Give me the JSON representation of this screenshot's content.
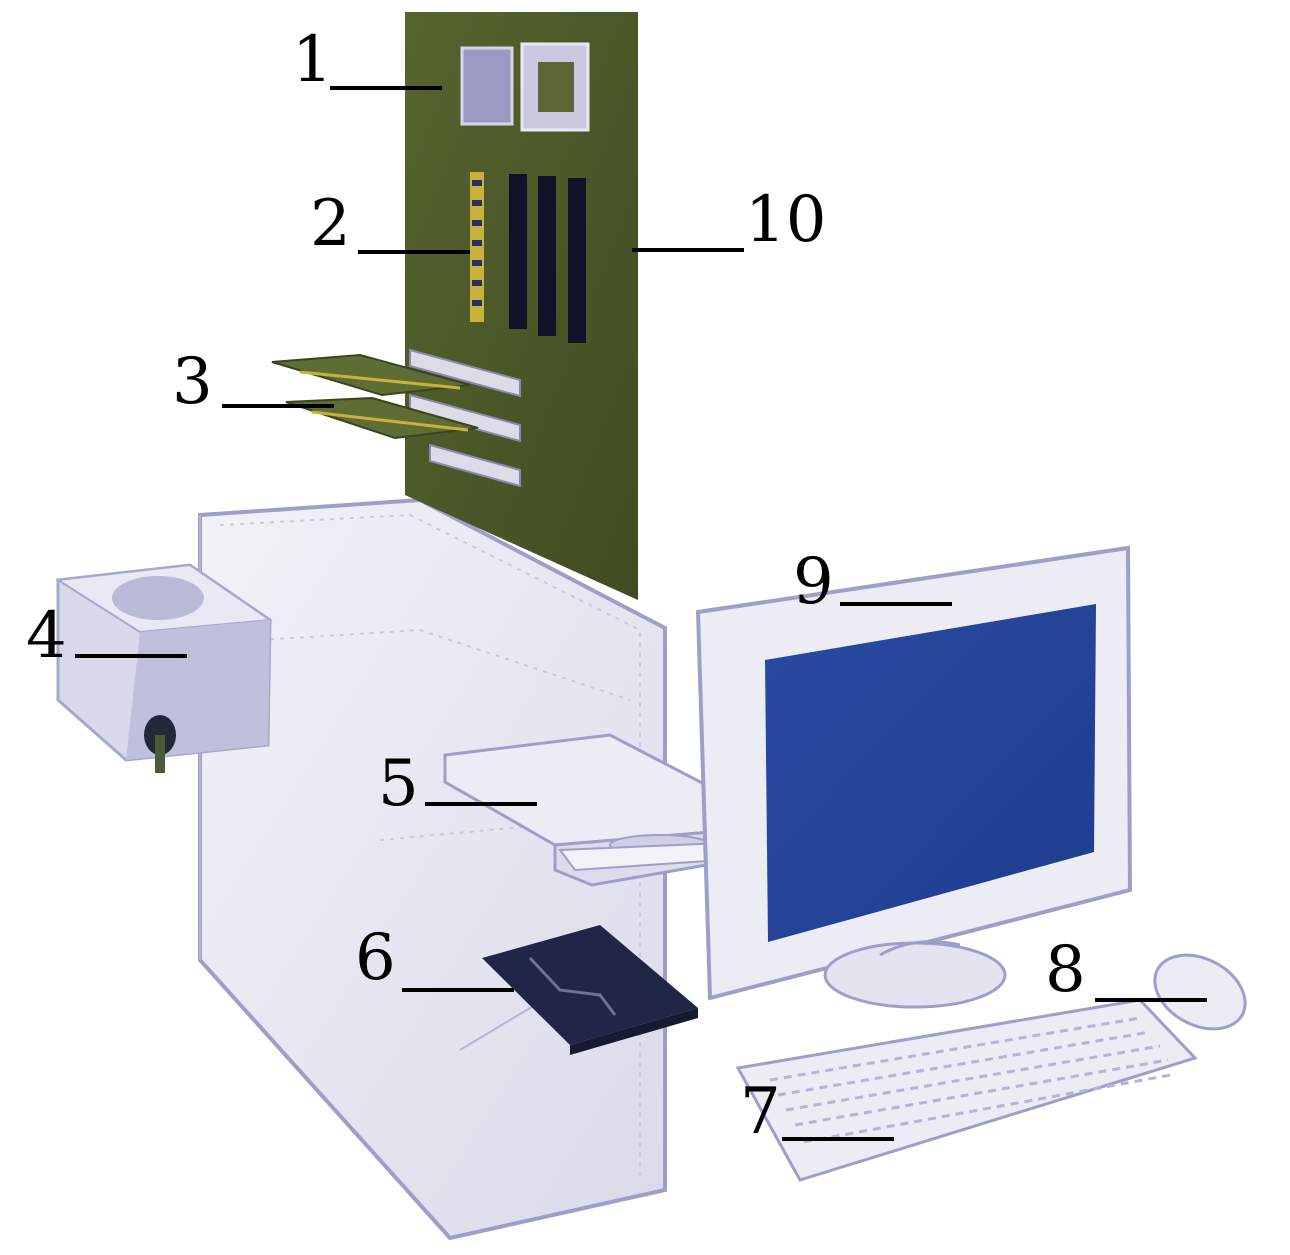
{
  "diagram": {
    "labels": [
      {
        "id": "1",
        "text": "1",
        "part": "cpu"
      },
      {
        "id": "2",
        "text": "2",
        "part": "ram-slots"
      },
      {
        "id": "3",
        "text": "3",
        "part": "expansion-cards"
      },
      {
        "id": "4",
        "text": "4",
        "part": "power-supply"
      },
      {
        "id": "5",
        "text": "5",
        "part": "optical-drive"
      },
      {
        "id": "6",
        "text": "6",
        "part": "hard-disk"
      },
      {
        "id": "7",
        "text": "7",
        "part": "keyboard"
      },
      {
        "id": "8",
        "text": "8",
        "part": "mouse"
      },
      {
        "id": "9",
        "text": "9",
        "part": "monitor"
      },
      {
        "id": "10",
        "text": "10",
        "part": "motherboard"
      }
    ]
  },
  "colors": {
    "motherboard": "#4c5b2a",
    "case": "#e6e7f1",
    "case_outline": "#9d9fca",
    "screen": "#23439a",
    "hdd": "#212647",
    "label": "#000000"
  }
}
